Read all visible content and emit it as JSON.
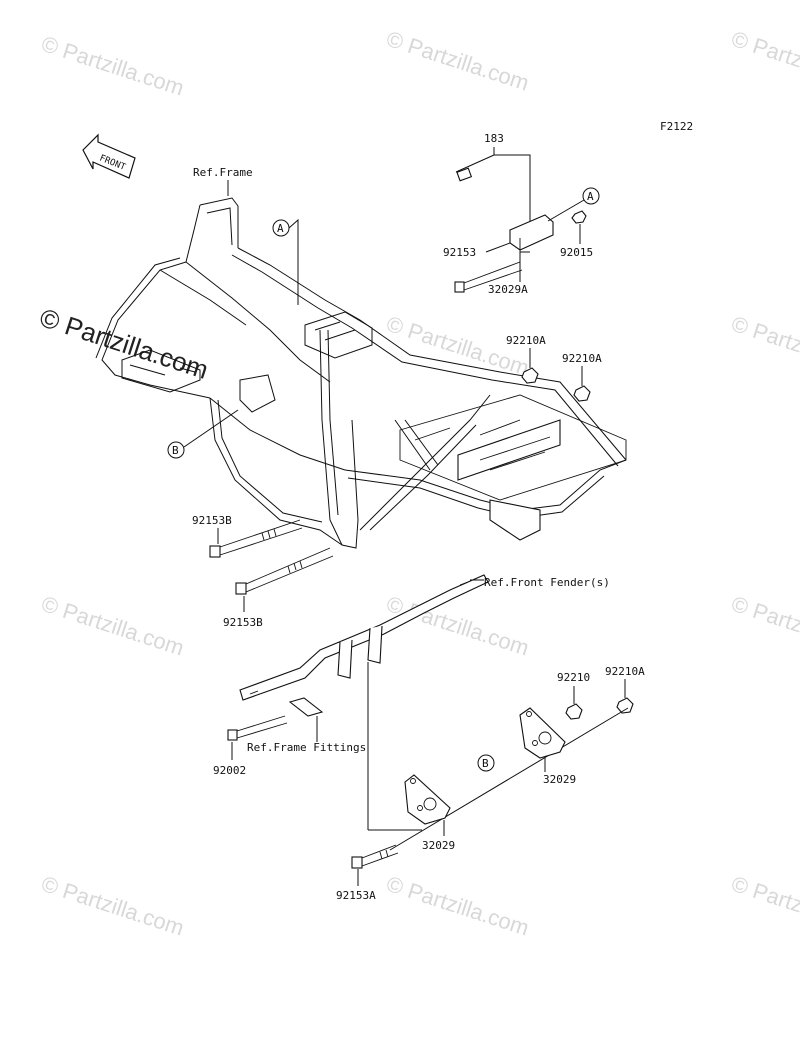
{
  "diagram_code": "F2122",
  "front_arrow_label": "FRONT",
  "watermarks": {
    "text": "© Partzilla.com",
    "main_text": "© Partzilla.com"
  },
  "refs": {
    "frame": "Ref.Frame",
    "front_fender": "Ref.Front Fender(s)",
    "frame_fittings": "Ref.Frame Fittings"
  },
  "callouts": {
    "a1": "A",
    "a2": "A",
    "b1": "B",
    "b2": "B"
  },
  "parts": {
    "p183": "183",
    "p92153": "92153",
    "p32029A": "32029A",
    "p92015": "92015",
    "p92210A_1": "92210A",
    "p92210A_2": "92210A",
    "p92153B_1": "92153B",
    "p92153B_2": "92153B",
    "p92210": "92210",
    "p92210A_3": "92210A",
    "p92002": "92002",
    "p32029_1": "32029",
    "p32029_2": "32029",
    "p92153A": "92153A"
  }
}
